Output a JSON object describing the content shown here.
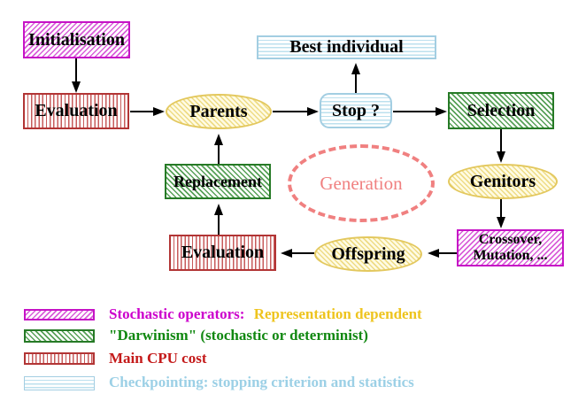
{
  "diagram": {
    "nodes": {
      "initialisation": "Initialisation",
      "evaluation_top": "Evaluation",
      "parents": "Parents",
      "best_individual": "Best individual",
      "stop": "Stop ?",
      "selection": "Selection",
      "genitors": "Genitors",
      "crossover_line1": "Crossover,",
      "crossover_line2": "Mutation, ...",
      "offspring": "Offspring",
      "evaluation_bottom": "Evaluation",
      "replacement": "Replacement",
      "generation": "Generation"
    },
    "edges": [
      {
        "from": "initialisation",
        "to": "evaluation_top"
      },
      {
        "from": "evaluation_top",
        "to": "parents"
      },
      {
        "from": "parents",
        "to": "stop"
      },
      {
        "from": "stop",
        "to": "best_individual"
      },
      {
        "from": "stop",
        "to": "selection"
      },
      {
        "from": "selection",
        "to": "genitors"
      },
      {
        "from": "genitors",
        "to": "crossover_mutation"
      },
      {
        "from": "crossover_mutation",
        "to": "offspring"
      },
      {
        "from": "offspring",
        "to": "evaluation_bottom"
      },
      {
        "from": "evaluation_bottom",
        "to": "replacement"
      },
      {
        "from": "replacement",
        "to": "parents"
      }
    ]
  },
  "legend": {
    "items": [
      {
        "pattern": "magenta-diagonal-hatch",
        "text": "Stochastic operators:",
        "text2": "Representation dependent",
        "text_color": "#cc00cc",
        "text2_color": "#eec41e"
      },
      {
        "pattern": "green-diagonal-hatch",
        "text": "\"Darwinism\" (stochastic or determinist)",
        "text_color": "#118811"
      },
      {
        "pattern": "red-vertical-stripes",
        "text": "Main CPU cost",
        "text_color": "#c41a1a"
      },
      {
        "pattern": "cyan-horizontal-stripes",
        "text": "Checkpointing: stopping criterion and statistics",
        "text_color": "#9cd0e6"
      }
    ]
  },
  "colors": {
    "magenta_border": "#c613c6",
    "magenta_stripe": "#d95fd9",
    "red_border": "#b23535",
    "red_stripe": "#c75b5b",
    "green_border": "#267a26",
    "green_stripe": "#57a057",
    "cyan_border": "#a3cee2",
    "cyan_stripe": "#bce0ee",
    "yellow_border": "#e3c85e",
    "yellow_stripe": "#eedc86",
    "generation_salmon": "#f08080",
    "arrow_black": "#000000"
  }
}
